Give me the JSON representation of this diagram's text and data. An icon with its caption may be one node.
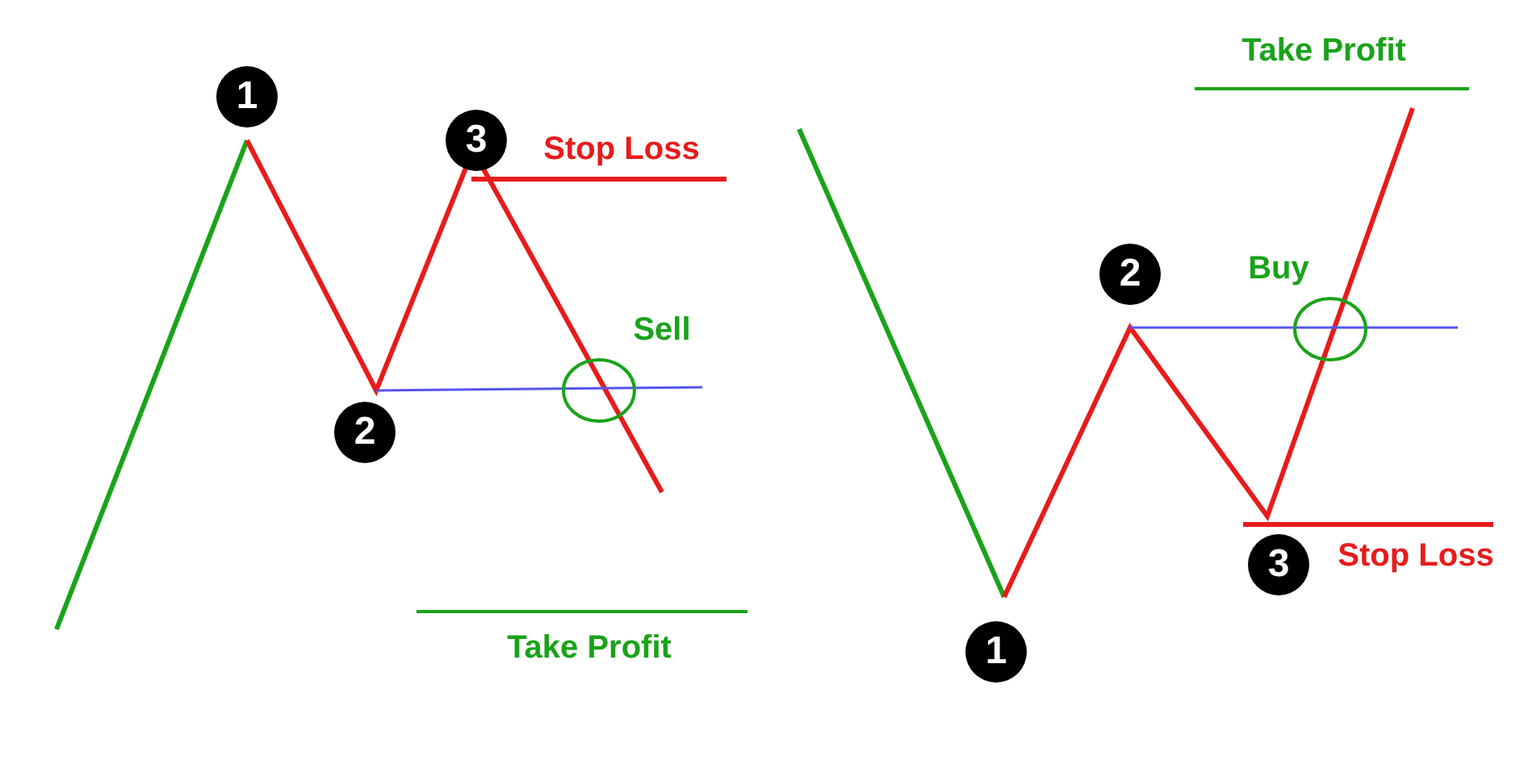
{
  "diagram": {
    "nodes": [
      {
        "text": [
          "1"
        ]
      },
      {
        "text": [
          "3"
        ]
      },
      {
        "text": [
          "2"
        ]
      },
      {
        "text": [
          "2"
        ]
      },
      {
        "text": [
          "3"
        ]
      },
      {
        "text": [
          "1"
        ]
      }
    ],
    "edges": [],
    "labels": [
      "Stop Loss",
      "Sell",
      "Take Profit",
      "Take Profit",
      "Buy",
      "Stop Loss"
    ]
  }
}
